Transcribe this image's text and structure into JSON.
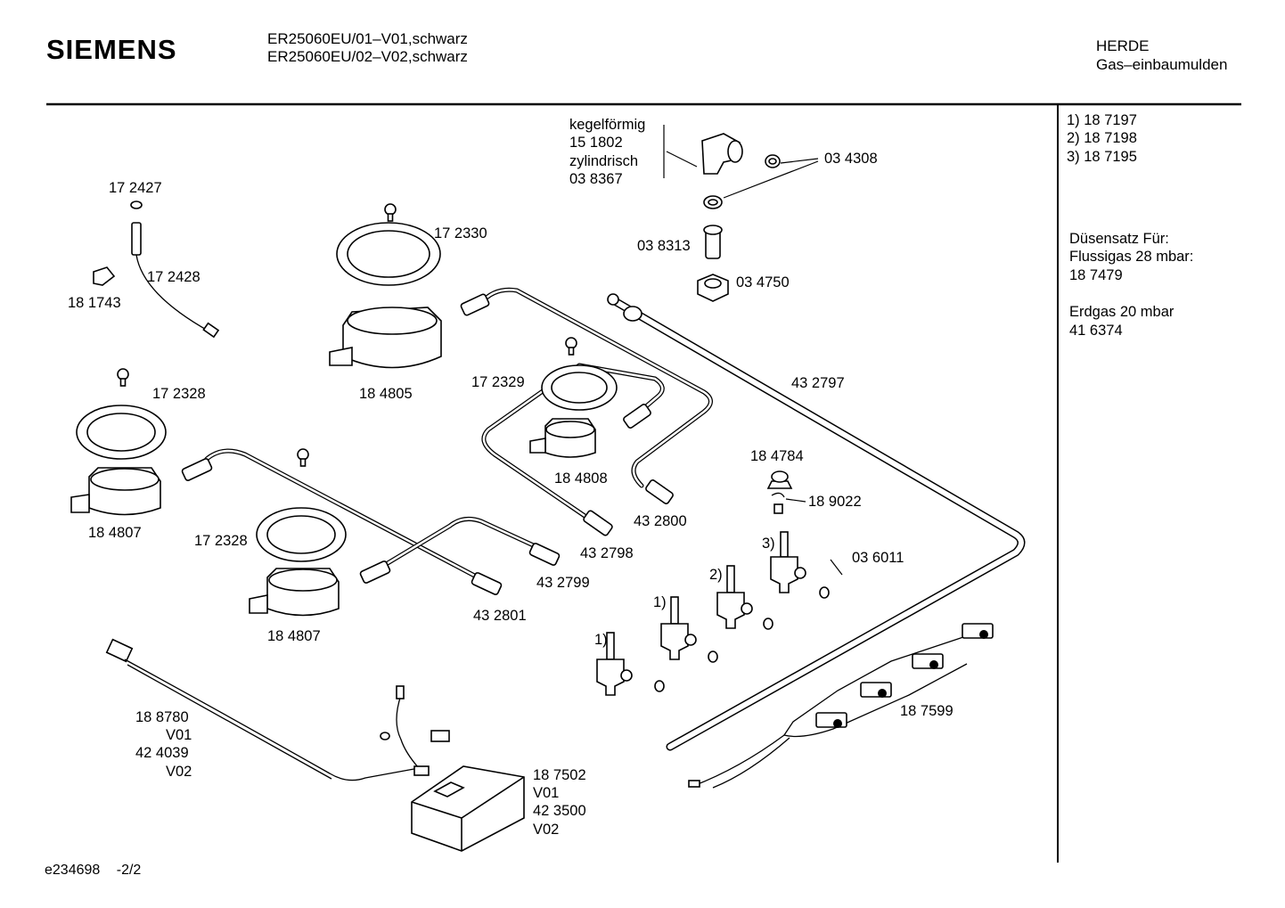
{
  "header": {
    "brand": "SIEMENS",
    "model_lines": [
      "ER25060EU/01–V01,schwarz",
      "ER25060EU/02–V02,schwarz"
    ],
    "category_lines": [
      "HERDE",
      "Gas–einbaumulden"
    ]
  },
  "sidebar": {
    "valves": [
      "1)  18 7197",
      "2)  18 7198",
      "3)  18 7195"
    ],
    "nozzle_title": "Düsensatz Für:",
    "lpg_label": "Flussigas 28 mbar:",
    "lpg_part": "18 7479",
    "natural_label": "Erdgas 20 mbar",
    "natural_part": "41 6374"
  },
  "callouts": {
    "kegelformig": "kegelförmig",
    "p151802": "15 1802",
    "zylindrisch": "zylindrisch",
    "p038367": "03 8367",
    "p034308": "03 4308",
    "p038313": "03 8313",
    "p034750": "03 4750",
    "p172427": "17 2427",
    "p172428": "17 2428",
    "p181743": "18 1743",
    "p172330": "17 2330",
    "p184805": "18 4805",
    "p172329": "17 2329",
    "p184808": "18 4808",
    "p432797": "43 2797",
    "p172328a": "17 2328",
    "p184807a": "18 4807",
    "p172328b": "17 2328",
    "p184807b": "18 4807",
    "p432800": "43 2800",
    "p432798": "43 2798",
    "p432799": "43 2799",
    "p432801": "43 2801",
    "p184784": "18 4784",
    "p189022": "18 9022",
    "p036011": "03 6011",
    "m1a": "1)",
    "m1b": "1)",
    "m2": "2)",
    "m3": "3)",
    "p187599": "18 7599",
    "p188780": "18 8780",
    "v01a": "V01",
    "p424039": "42 4039",
    "v02a": "V02",
    "p187502": "18 7502",
    "v01b": "V01",
    "p423500": "42 3500",
    "v02b": "V02"
  },
  "footer": {
    "drawing_id": "e234698",
    "page": "-2/2"
  }
}
